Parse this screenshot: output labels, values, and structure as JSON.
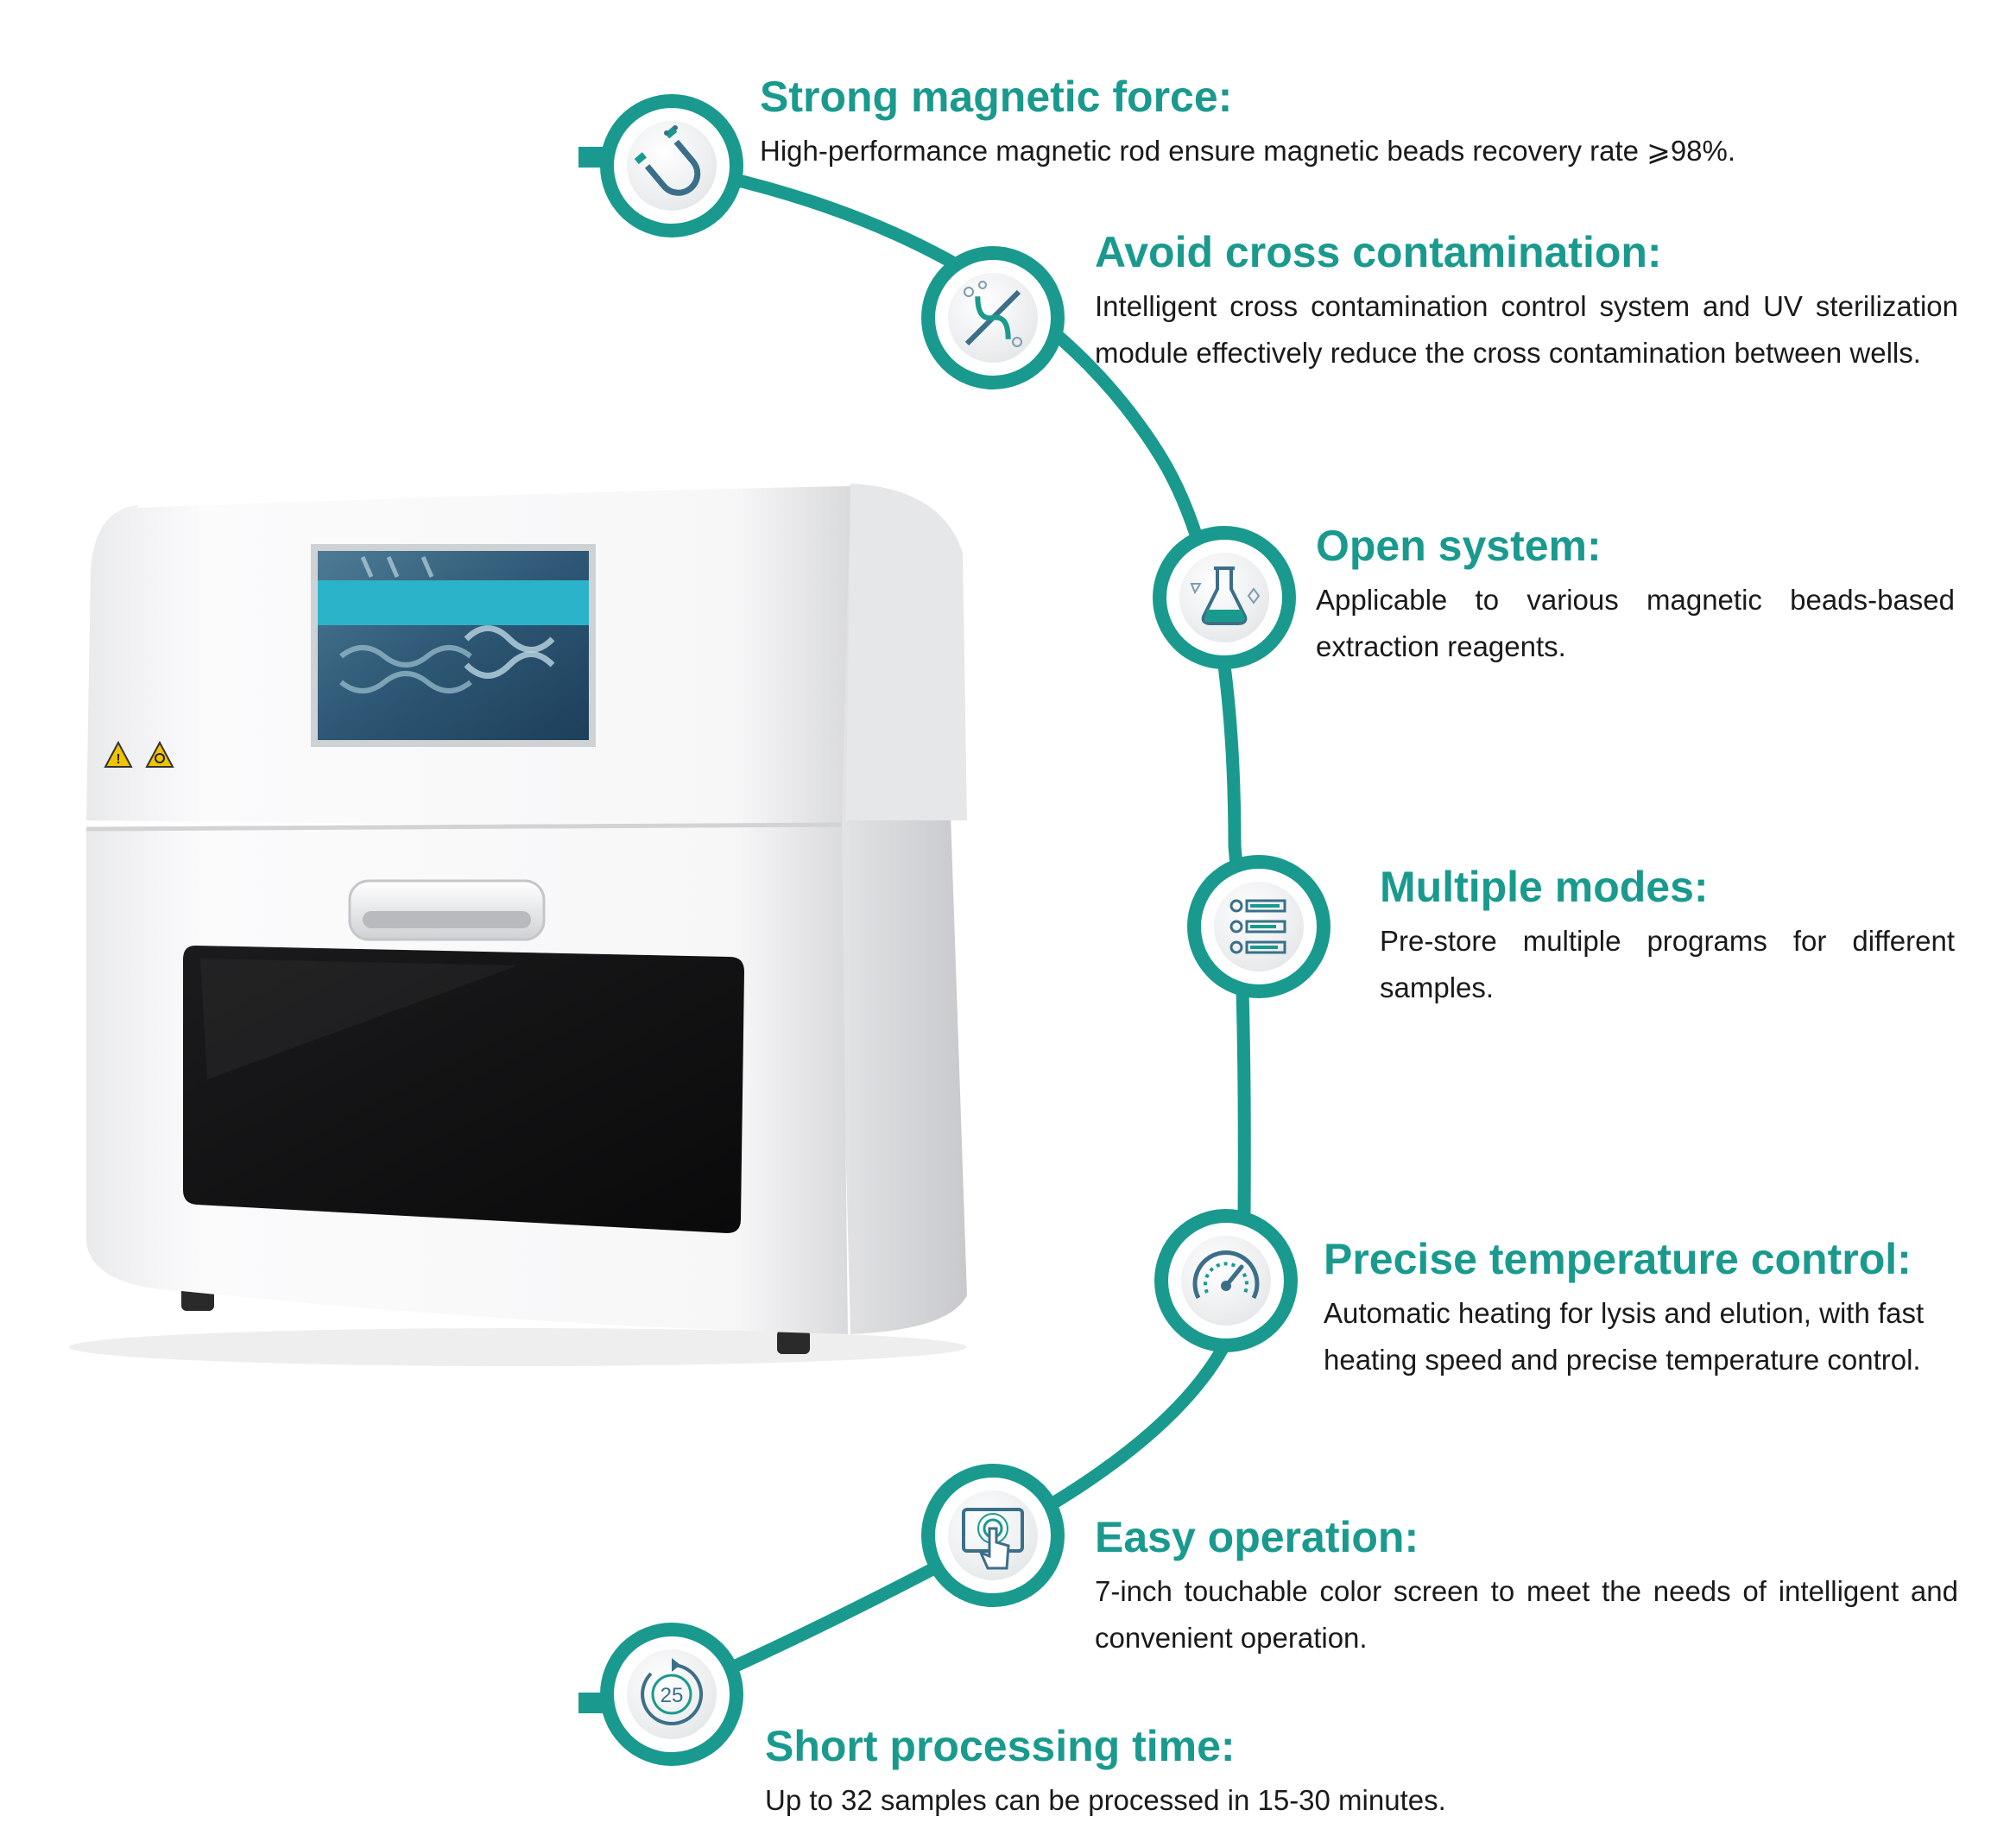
{
  "features": [
    {
      "id": "magnetic",
      "title": "Strong magnetic force:",
      "desc": "High-performance magnetic rod ensure magnetic beads recovery rate ⩾98%.",
      "icon": "magnet-icon"
    },
    {
      "id": "contamination",
      "title": "Avoid cross contamination:",
      "desc": "Intelligent cross contamination control system and UV sterilization module effectively reduce the cross contamination between wells.",
      "icon": "dna-icon"
    },
    {
      "id": "open",
      "title": "Open system:",
      "desc": "Applicable to various magnetic beads-based extraction reagents.",
      "icon": "flask-icon"
    },
    {
      "id": "modes",
      "title": "Multiple modes:",
      "desc": "Pre-store multiple programs for different samples.",
      "icon": "program-list-icon"
    },
    {
      "id": "temperature",
      "title": "Precise temperature control:",
      "desc": "Automatic heating for lysis and elution, with fast heating speed and precise temperature control.",
      "icon": "gauge-icon"
    },
    {
      "id": "operation",
      "title": "Easy operation:",
      "desc": "7-inch touchable color screen to meet the needs of intelligent and convenient operation.",
      "icon": "touch-screen-icon"
    },
    {
      "id": "time",
      "title": "Short processing time:",
      "desc": "Up to 32 samples can be processed in 15-30 minutes.",
      "icon": "timer-icon",
      "icon_text": "25"
    }
  ],
  "colors": {
    "accent": "#1a9a8e",
    "text": "#1a1a1a",
    "screen_banner": "#2bb3c9"
  }
}
